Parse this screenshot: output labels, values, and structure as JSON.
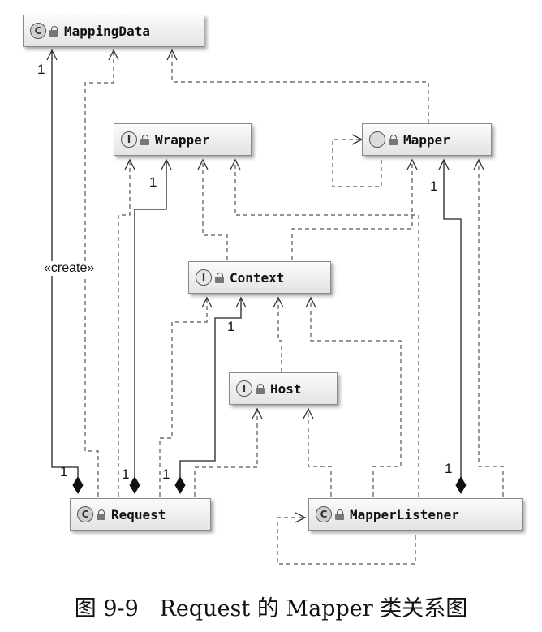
{
  "nodes": {
    "mapping_data": {
      "badge": "C",
      "label": "MappingData"
    },
    "wrapper": {
      "badge": "I",
      "label": "Wrapper"
    },
    "mapper": {
      "badge": "",
      "label": "Mapper"
    },
    "context": {
      "badge": "I",
      "label": "Context"
    },
    "host": {
      "badge": "I",
      "label": "Host"
    },
    "request": {
      "badge": "C",
      "label": "Request"
    },
    "mapper_listener": {
      "badge": "C",
      "label": "MapperListener"
    }
  },
  "multiplicities": {
    "request_to_mapping_data_top": "1",
    "request_to_wrapper_top": "1",
    "request_to_context_top": "1",
    "mapper_listener_to_mapper_top": "1",
    "request_composition_1": "1",
    "request_composition_2": "1",
    "request_composition_3": "1",
    "mapper_listener_composition": "1"
  },
  "stereotype_create": "«create»",
  "caption": "图 9-9   Request 的 Mapper 类关系图"
}
